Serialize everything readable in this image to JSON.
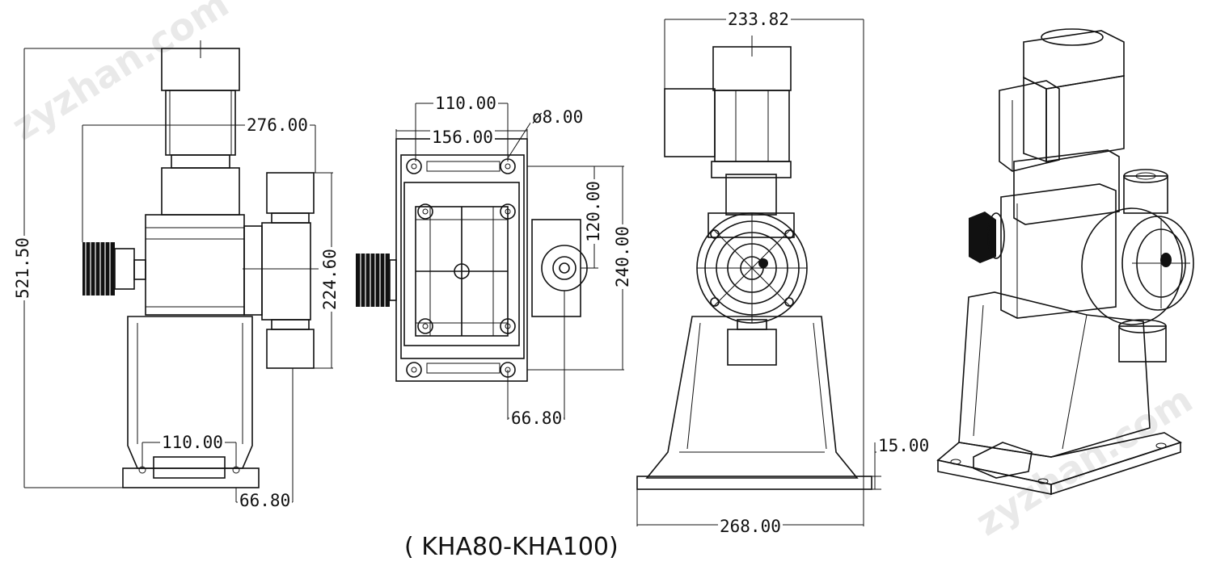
{
  "caption": "( KHA80-KHA100)",
  "watermark": "zyzhan.com",
  "dimensions": {
    "front_height": "521.50",
    "front_width": "276.00",
    "front_mid": "224.60",
    "front_base": "110.00",
    "front_offset": "66.80",
    "top_width_outer": "156.00",
    "top_hole_spacing": "110.00",
    "hole_diameter": "ø8.00",
    "top_mid": "120.00",
    "top_depth": "240.00",
    "top_offset": "66.80",
    "side_top": "233.82",
    "side_base_height": "15.00",
    "side_base_width": "268.00"
  }
}
